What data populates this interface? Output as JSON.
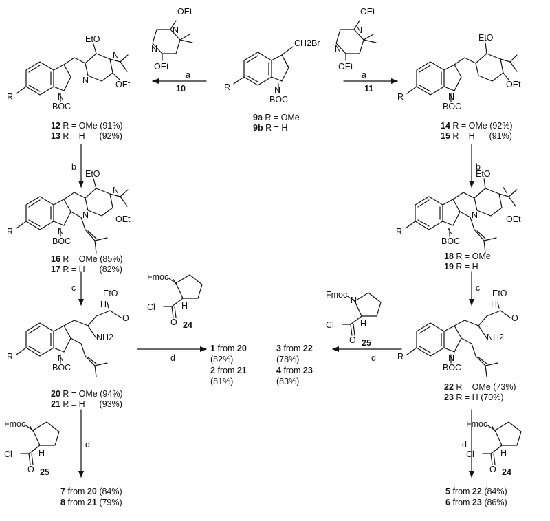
{
  "reagents": {
    "a": "a",
    "b": "b",
    "c": "c",
    "d": "d",
    "ten": "10",
    "eleven": "11"
  },
  "start": {
    "group": "CH2Br",
    "boc": "BOC",
    "r": "R",
    "l1_cmp": "9a",
    "l1_r": "R = OMe",
    "l2_cmp": "9b",
    "l2_r": "R = H"
  },
  "atoms": {
    "oet": "OEt",
    "eto": "EtO",
    "n": "N",
    "nh2": "NH2",
    "h": "H",
    "o": "O",
    "cl": "Cl",
    "fmoc": "Fmoc"
  },
  "left": {
    "c12": {
      "cmp": "12",
      "r": "R = OMe",
      "y": "(91%)"
    },
    "c13": {
      "cmp": "13",
      "r": "R = H",
      "y": "(92%)"
    },
    "c16": {
      "cmp": "16",
      "r": "R = OMe",
      "y": "(85%)"
    },
    "c17": {
      "cmp": "17",
      "r": "R = H",
      "y": "(82%)"
    },
    "c20": {
      "cmp": "20",
      "r": "R = OMe",
      "y": "(94%)"
    },
    "c21": {
      "cmp": "21",
      "r": "R = H",
      "y": "(93%)"
    }
  },
  "right": {
    "c14": {
      "cmp": "14",
      "r": "R = OMe",
      "y": "(92%)"
    },
    "c15": {
      "cmp": "15",
      "r": "R = H",
      "y": "(91%)"
    },
    "c18": {
      "cmp": "18",
      "r": "R = OMe"
    },
    "c19": {
      "cmp": "19",
      "r": "R = H"
    },
    "c22": {
      "cmp": "22",
      "r": "R = OMe",
      "y": "(73%)"
    },
    "c23": {
      "cmp": "23",
      "r": "R = H",
      "y": "(70%)"
    }
  },
  "prolyl": {
    "p24": "24",
    "p25": "25"
  },
  "products": {
    "p1": {
      "n": "1",
      "from": "from",
      "src": "20",
      "y": "(82%)"
    },
    "p2": {
      "n": "2",
      "from": "from",
      "src": "21",
      "y": "(81%)"
    },
    "p3": {
      "n": "3",
      "from": "from",
      "src": "22",
      "y": "(78%)"
    },
    "p4": {
      "n": "4",
      "from": "from",
      "src": "23",
      "y": "(83%)"
    },
    "p5": {
      "n": "5",
      "from": "from",
      "src": "22",
      "y": "(84%)"
    },
    "p6": {
      "n": "6",
      "from": "from",
      "src": "23",
      "y": "(86%)"
    },
    "p7": {
      "n": "7",
      "from": "from",
      "src": "20",
      "y": "(84%)"
    },
    "p8": {
      "n": "8",
      "from": "from",
      "src": "21",
      "y": "(79%)"
    }
  }
}
